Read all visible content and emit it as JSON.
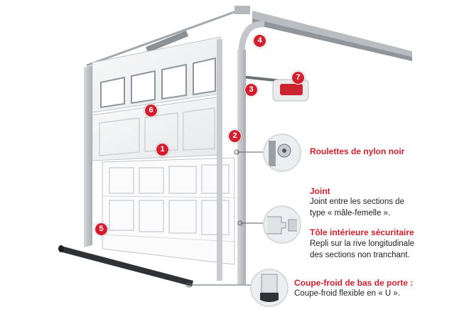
{
  "markers": [
    "1",
    "2",
    "3",
    "4",
    "5",
    "6",
    "7"
  ],
  "callouts": {
    "rollers": {
      "title": "Roulettes de nylon noir"
    },
    "joint": {
      "title": "Joint",
      "line1": "Joint entre les sections de",
      "line2": "type « mâle-femelle »."
    },
    "sheet": {
      "title": "Tôle intérieure sécuritaire",
      "line1": "Repli sur la rive longitudinale",
      "line2": "des sections non tranchant."
    },
    "weather": {
      "title": "Coupe-froid de bas de porte :",
      "line1": "Coupe-froid flexible en « U »."
    }
  },
  "colors": {
    "accent": "#d41e2d",
    "frame": "#c8ccd0",
    "panel": "#f4f5f6"
  }
}
